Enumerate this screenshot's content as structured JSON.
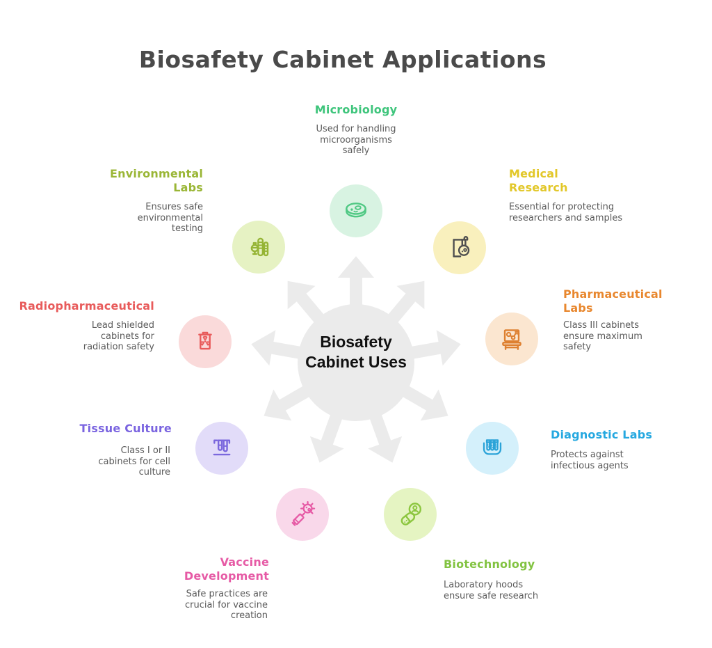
{
  "header": {
    "title": "Biosafety Cabinet Applications"
  },
  "hub": {
    "title": "Biosafety Cabinet Uses",
    "color": "#ebebeb",
    "text_color": "#111111"
  },
  "items": [
    {
      "name": "microbiology",
      "label": "Microbiology",
      "description": "Used for handling microorganisms safely",
      "color": "#3fc57c",
      "icon": "petri-dish-icon",
      "icon_color": "#4fc883",
      "icon_bg": "#d8f3e2",
      "angle": 90
    },
    {
      "name": "medical-research",
      "label": "Medical Research",
      "description": "Essential for protecting researchers and samples",
      "color": "#e2c728",
      "icon": "flask-stand-icon",
      "icon_color": "#4f4f4f",
      "icon_bg": "#f9f0bd",
      "angle": 50
    },
    {
      "name": "pharmaceutical-labs",
      "label": "Pharmaceutical Labs",
      "description": "Class III cabinets ensure maximum safety",
      "color": "#e8872e",
      "icon": "lab-bench-icon",
      "icon_color": "#de8030",
      "icon_bg": "#fbe6d0",
      "angle": 10
    },
    {
      "name": "diagnostic-labs",
      "label": "Diagnostic Labs",
      "description": "Protects against infectious agents",
      "color": "#25a8e0",
      "icon": "test-tube-rack-icon",
      "icon_color": "#2ba3d8",
      "icon_bg": "#d4f0fb",
      "angle": -30
    },
    {
      "name": "biotechnology",
      "label": "Biotechnology",
      "description": "Laboratory hoods ensure safe research",
      "color": "#82c341",
      "icon": "capsule-cell-icon",
      "icon_color": "#8cc63f",
      "icon_bg": "#e5f4c2",
      "angle": -70
    },
    {
      "name": "vaccine-development",
      "label": "Vaccine Development",
      "description": "Safe practices are crucial for vaccine creation",
      "color": "#e65aa5",
      "icon": "syringe-virus-icon",
      "icon_color": "#e65aa5",
      "icon_bg": "#f9d8ea",
      "angle": -110
    },
    {
      "name": "tissue-culture",
      "label": "Tissue Culture",
      "description": "Class I or II cabinets for cell culture",
      "color": "#7a64e0",
      "icon": "test-tubes-stand-icon",
      "icon_color": "#7b68dd",
      "icon_bg": "#e2dcf9",
      "angle": -150
    },
    {
      "name": "radiopharmaceutical",
      "label": "Radiopharmaceutical",
      "description": "Lead shielded cabinets for radiation safety",
      "color": "#e85b5b",
      "icon": "radiation-container-icon",
      "icon_color": "#e85b5b",
      "icon_bg": "#fadada",
      "angle": 170
    },
    {
      "name": "environmental-labs",
      "label": "Environmental Labs",
      "description": "Ensures safe environmental testing",
      "color": "#9ab636",
      "icon": "industrial-plant-icon",
      "icon_color": "#95b435",
      "icon_bg": "#e6f2c3",
      "angle": 130
    }
  ]
}
